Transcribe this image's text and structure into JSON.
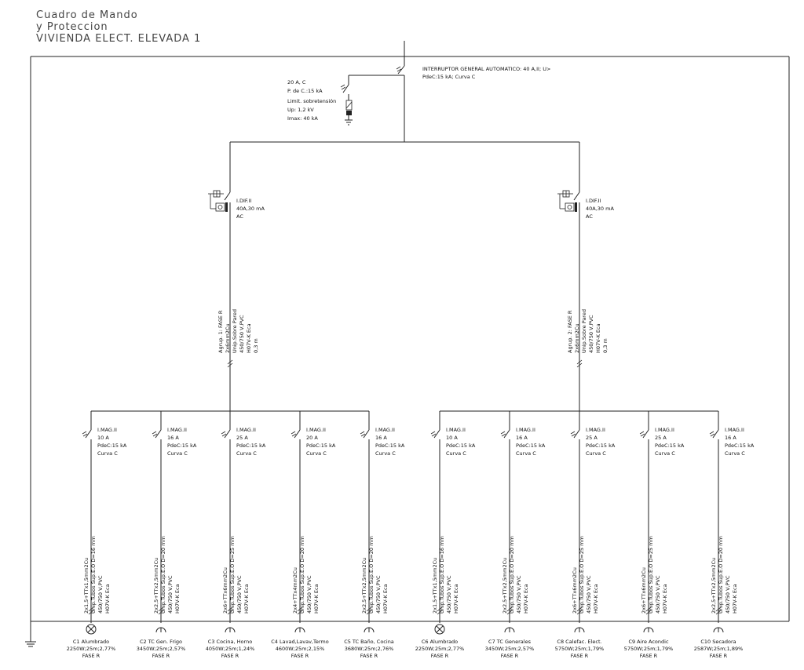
{
  "title": {
    "line1": "Cuadro de Mando",
    "line2": "y Proteccion",
    "line3": "VIVIENDA ELECT. ELEVADA 1"
  },
  "main_breaker": {
    "line1": "INTERRUPTOR GENERAL AUTOMATICO: 40 A,II; U>",
    "line2": "PdeC:15 kA; Curva C"
  },
  "surge": {
    "line1": "20 A, C",
    "line2": "P. de C.:15 kA",
    "line3": "Limit. sobretensión",
    "line4": "Up: 1,2 kV",
    "line5": "Imax: 40 kA"
  },
  "groups": [
    {
      "dif": [
        "I.DIF.II",
        "40A,30 mA",
        "AC"
      ],
      "cable": [
        "Agrup. 1: FASE R",
        "2x6mm2Cu",
        "Unip.Sobre Pared",
        "450/750 V,PVC",
        "H07V-K Eca",
        "0,3 m"
      ]
    },
    {
      "dif": [
        "I.DIF.II",
        "40A,30 mA",
        "AC"
      ],
      "cable": [
        "Agrup. 2: FASE R",
        "2x6mm2Cu",
        "Unip.Sobre Pared",
        "450/750 V,PVC",
        "H07V-K Eca",
        "0,3 m"
      ]
    }
  ],
  "circuits": [
    {
      "id": "c1",
      "breaker": [
        "I.MAG.II",
        "10 A",
        "PdeC:15 kA",
        "Curva C"
      ],
      "cable": [
        "2x1,5+TTx1,5mm2Cu",
        "Unip.Tubos Sup.E.O D=16 mm",
        "450/750 V,PVC",
        "H07V-K Eca"
      ],
      "load": "lamp",
      "name": "C1 Alumbrado",
      "power": "2250W;25m;2,77%",
      "phase": "FASE R"
    },
    {
      "id": "c2",
      "breaker": [
        "I.MAG.II",
        "16 A",
        "PdeC:15 kA",
        "Curva C"
      ],
      "cable": [
        "2x2,5+TTx2,5mm2Cu",
        "Unip.Tubos Sup.E.O D=20 mm",
        "450/750 V,PVC",
        "H07V-K Eca"
      ],
      "load": "socket",
      "name": "C2 TC Gen. Frigo",
      "power": "3450W;25m;2,57%",
      "phase": "FASE R"
    },
    {
      "id": "c3",
      "breaker": [
        "I.MAG.II",
        "25 A",
        "PdeC:15 kA",
        "Curva C"
      ],
      "cable": [
        "2x6+TTx6mm2Cu",
        "Unip.Tubos Sup.E.O D=25 mm",
        "450/750 V,PVC",
        "H07V-K Eca"
      ],
      "load": "socket",
      "name": "C3 Cocina, Horno",
      "power": "4050W;25m;1,24%",
      "phase": "FASE R"
    },
    {
      "id": "c4",
      "breaker": [
        "I.MAG.II",
        "20 A",
        "PdeC:15 kA",
        "Curva C"
      ],
      "cable": [
        "2x4+TTx4mm2Cu",
        "Unip.Tubos Sup.E.O D=20 mm",
        "450/750 V,PVC",
        "H07V-K Eca"
      ],
      "load": "socket",
      "name": "C4 Lavad,Lavav,Termo",
      "power": "4600W;25m;2,15%",
      "phase": "FASE R"
    },
    {
      "id": "c5",
      "breaker": [
        "I.MAG.II",
        "16 A",
        "PdeC:15 kA",
        "Curva C"
      ],
      "cable": [
        "2x2,5+TTx2,5mm2Cu",
        "Unip.Tubos Sup.E.O D=20 mm",
        "450/750 V,PVC",
        "H07V-K Eca"
      ],
      "load": "socket",
      "name": "C5 TC Baño, Cocina",
      "power": "3680W;25m;2,76%",
      "phase": "FASE R"
    },
    {
      "id": "c6",
      "breaker": [
        "I.MAG.II",
        "10 A",
        "PdeC:15 kA",
        "Curva C"
      ],
      "cable": [
        "2x1,5+TTx1,5mm2Cu",
        "Unip.Tubos Sup.E.O D=16 mm",
        "450/750 V,PVC",
        "H07V-K Eca"
      ],
      "load": "lamp",
      "name": "C6 Alumbrado",
      "power": "2250W;25m;2,77%",
      "phase": "FASE R"
    },
    {
      "id": "c7",
      "breaker": [
        "I.MAG.II",
        "16 A",
        "PdeC:15 kA",
        "Curva C"
      ],
      "cable": [
        "2x2,5+TTx2,5mm2Cu",
        "Unip.Tubos Sup.E.O D=20 mm",
        "450/750 V,PVC",
        "H07V-K Eca"
      ],
      "load": "socket",
      "name": "C7 TC Generales",
      "power": "3450W;25m;2,57%",
      "phase": "FASE R"
    },
    {
      "id": "c8",
      "breaker": [
        "I.MAG.II",
        "25 A",
        "PdeC:15 kA",
        "Curva C"
      ],
      "cable": [
        "2x6+TTx6mm2Cu",
        "Unip.Tubos Sup.E.O D=25 mm",
        "450/750 V,PVC",
        "H07V-K Eca"
      ],
      "load": "socket",
      "name": "C8 Calefac. Elect.",
      "power": "5750W;25m;1,79%",
      "phase": "FASE R"
    },
    {
      "id": "c9",
      "breaker": [
        "I.MAG.II",
        "25 A",
        "PdeC:15 kA",
        "Curva C"
      ],
      "cable": [
        "2x6+TTx6mm2Cu",
        "Unip.Tubos Sup.E.O D=25 mm",
        "450/750 V,PVC",
        "H07V-K Eca"
      ],
      "load": "socket",
      "name": "C9 Aire Acondic",
      "power": "5750W;25m;1,79%",
      "phase": "FASE R"
    },
    {
      "id": "c10",
      "breaker": [
        "I.MAG.II",
        "16 A",
        "PdeC:15 kA",
        "Curva C"
      ],
      "cable": [
        "2x2,5+TTx2,5mm2Cu",
        "Unip.Tubos Sup.E.O D=20 mm",
        "450/750 V,PVC",
        "H07V-K Eca"
      ],
      "load": "socket",
      "name": "C10 Secadora",
      "power": "2587W;25m;1,89%",
      "phase": "FASE R"
    }
  ]
}
